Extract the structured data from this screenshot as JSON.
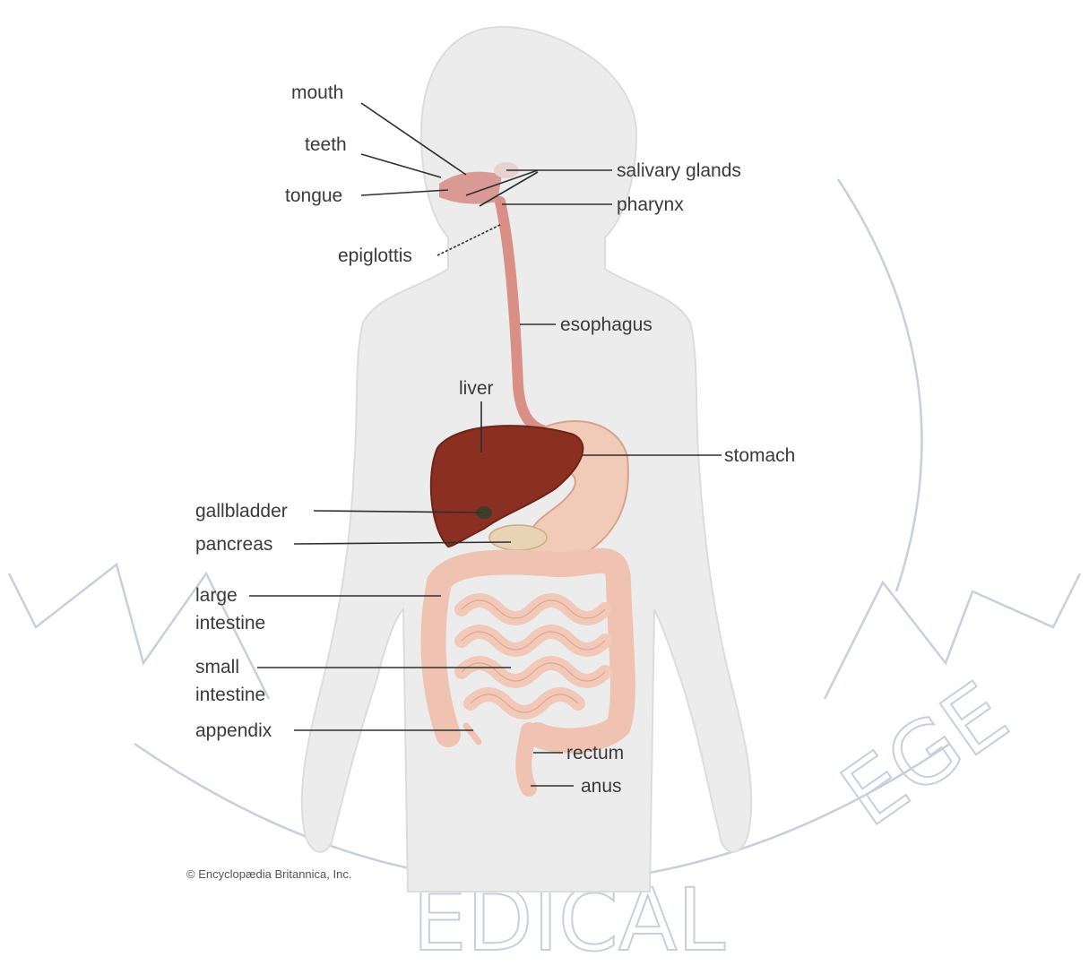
{
  "labels": {
    "mouth": "mouth",
    "teeth": "teeth",
    "tongue": "tongue",
    "salivary_glands": "salivary glands",
    "pharynx": "pharynx",
    "epiglottis": "epiglottis",
    "esophagus": "esophagus",
    "liver": "liver",
    "stomach": "stomach",
    "gallbladder": "gallbladder",
    "pancreas": "pancreas",
    "large_intestine_1": "large",
    "large_intestine_2": "intestine",
    "small_intestine_1": "small",
    "small_intestine_2": "intestine",
    "appendix": "appendix",
    "rectum": "rectum",
    "anus": "anus"
  },
  "credit": "© Encyclopædia Britannica, Inc.",
  "watermark": {
    "text": "MEDICAL COLLEGE",
    "fragment_bottom": "EDICAL",
    "fragment_right": "EGE"
  },
  "colors": {
    "body": "#ececec",
    "liver": "#8b2f22",
    "intestine": "#f2c8b8",
    "stomach": "#f1cbb8",
    "esophagus": "#d98f86",
    "watermark": "#c9cede"
  }
}
